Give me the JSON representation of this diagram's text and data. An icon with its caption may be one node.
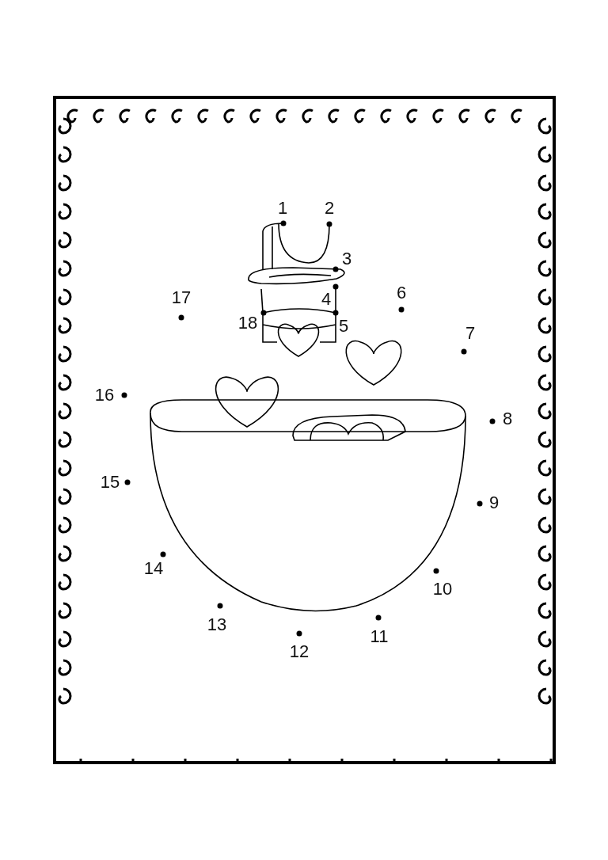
{
  "diagram": {
    "labels": [
      "1",
      "2",
      "3",
      "4",
      "5",
      "6",
      "7",
      "8",
      "9",
      "10",
      "11",
      "12",
      "13",
      "14",
      "15",
      "16",
      "17",
      "18"
    ]
  }
}
